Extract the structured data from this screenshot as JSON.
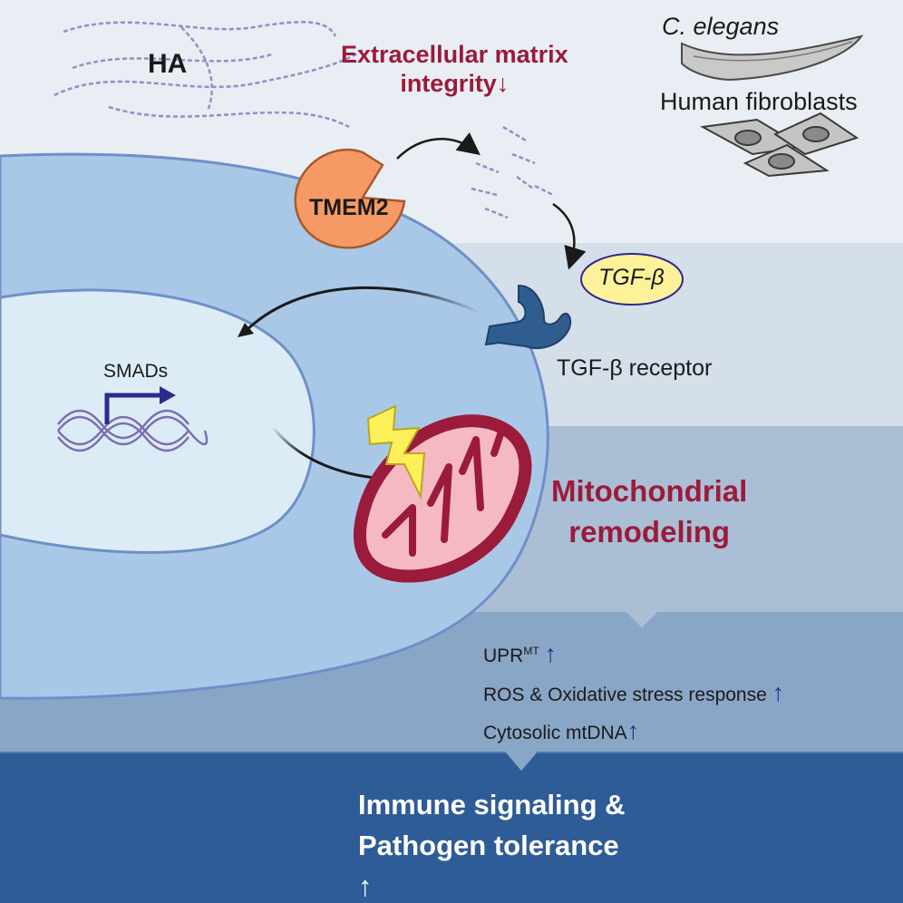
{
  "labels": {
    "ha": "HA",
    "ecm_line1": "Extracellular matrix",
    "ecm_line2": "integrity",
    "ecm_arrow": "↓",
    "c_elegans": "C. elegans",
    "fibroblasts": "Human fibroblasts",
    "tmem2": "TMEM2",
    "tgf_beta": "TGF-β",
    "tgf_receptor": "TGF-β receptor",
    "smads": "SMADs",
    "mito_line1": "Mitochondrial",
    "mito_line2": "remodeling"
  },
  "effects": [
    {
      "text": "UPR",
      "sup": "MT",
      "arrow": "↑"
    },
    {
      "text": "ROS & Oxidative stress response",
      "arrow": "↑"
    },
    {
      "text": "Cytosolic mtDNA",
      "arrow": "↑"
    }
  ],
  "outcome": {
    "line1": "Immune signaling &",
    "line2": "Pathogen tolerance",
    "arrow": "↑"
  },
  "colors": {
    "accent_red": "#9b1b3a",
    "arrow_blue": "#2e2a8c",
    "band_dark": "#2e5c96",
    "tmem2_orange": "#f59a64",
    "tgfb_yellow": "#fdf29a",
    "cell_blue": "#a9c8e8"
  }
}
